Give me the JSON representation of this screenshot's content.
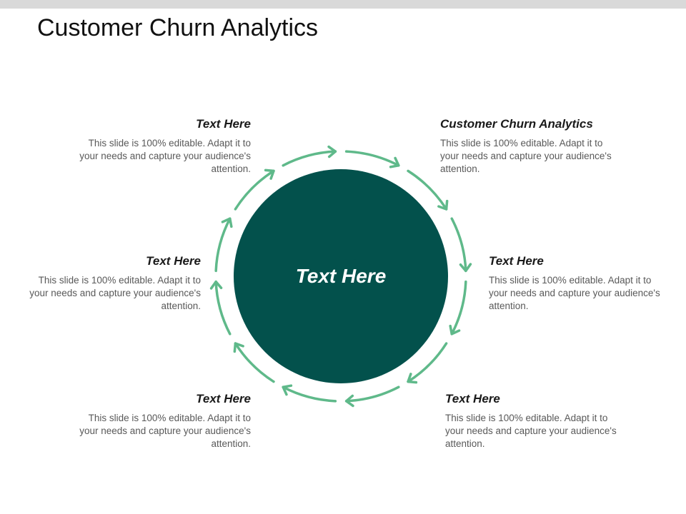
{
  "title": "Customer Churn Analytics",
  "center": {
    "label": "Text Here"
  },
  "colors": {
    "center_fill": "#03514c",
    "ring": "#5fb98a",
    "topbar": "#d9d9d9"
  },
  "blocks": [
    {
      "heading": "Text Here",
      "body": "This slide is 100% editable. Adapt it to your needs and capture your audience's attention."
    },
    {
      "heading": "Customer Churn Analytics",
      "body": "This slide is 100% editable. Adapt it to your needs and capture your audience's attention."
    },
    {
      "heading": "Text Here",
      "body": "This slide is 100% editable. Adapt it to your needs and capture your audience's attention."
    },
    {
      "heading": "Text Here",
      "body": "This slide is 100% editable. Adapt it to your needs and capture your audience's attention."
    },
    {
      "heading": "Text Here",
      "body": "This slide is 100% editable. Adapt it to your needs and capture your audience's attention."
    },
    {
      "heading": "Text Here",
      "body": "This slide is 100% editable. Adapt it to your needs and capture your audience's attention."
    }
  ]
}
